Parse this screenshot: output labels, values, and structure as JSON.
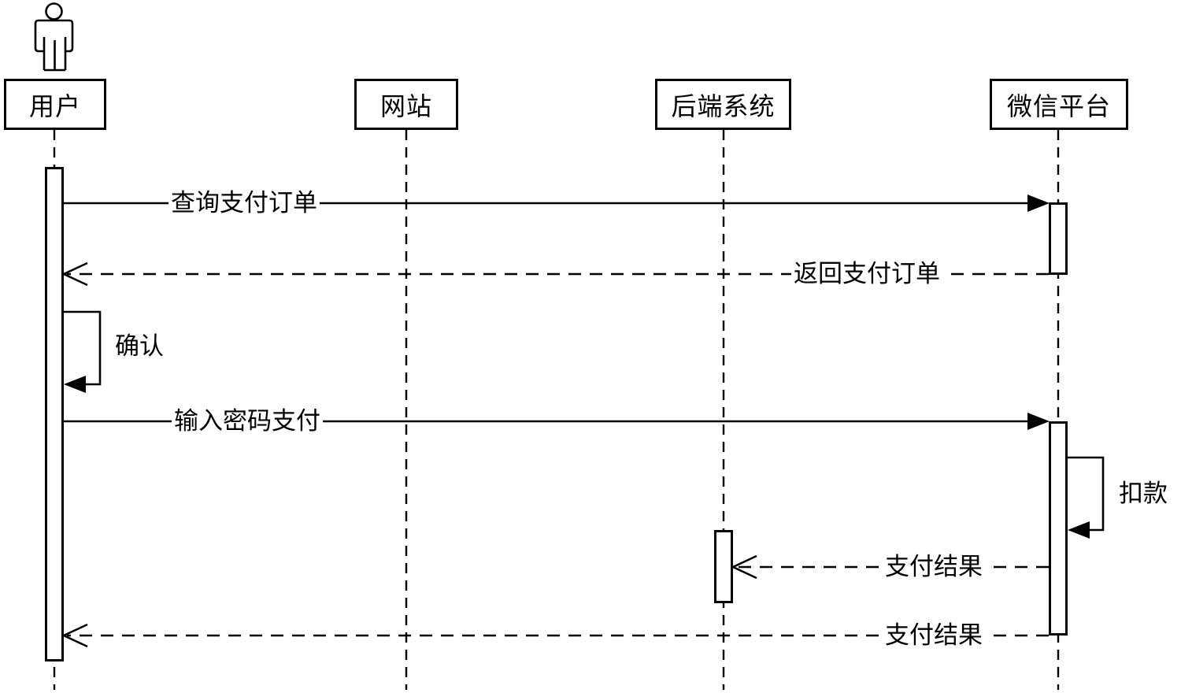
{
  "diagram": {
    "type": "uml-sequence-diagram",
    "colors": {
      "line": "#000000",
      "background": "#ffffff",
      "text": "#000000"
    },
    "actors": [
      {
        "id": "user",
        "label": "用户",
        "kind": "actor"
      },
      {
        "id": "website",
        "label": "网站",
        "kind": "participant"
      },
      {
        "id": "backend",
        "label": "后端系统",
        "kind": "participant"
      },
      {
        "id": "wechat",
        "label": "微信平台",
        "kind": "participant"
      }
    ],
    "messages": [
      {
        "from": "用户",
        "to": "微信平台",
        "label": "查询支付订单",
        "style": "solid-filled-arrow"
      },
      {
        "from": "微信平台",
        "to": "用户",
        "label": "返回支付订单",
        "style": "dashed-open-arrow"
      },
      {
        "from": "用户",
        "to": "用户",
        "label": "确认",
        "style": "self-solid-filled-arrow"
      },
      {
        "from": "用户",
        "to": "微信平台",
        "label": "输入密码支付",
        "style": "solid-filled-arrow"
      },
      {
        "from": "微信平台",
        "to": "微信平台",
        "label": "扣款",
        "style": "self-solid-filled-arrow"
      },
      {
        "from": "微信平台",
        "to": "后端系统",
        "label": "支付结果",
        "style": "dashed-open-arrow"
      },
      {
        "from": "微信平台",
        "to": "用户",
        "label": "支付结果",
        "style": "dashed-open-arrow"
      }
    ]
  }
}
